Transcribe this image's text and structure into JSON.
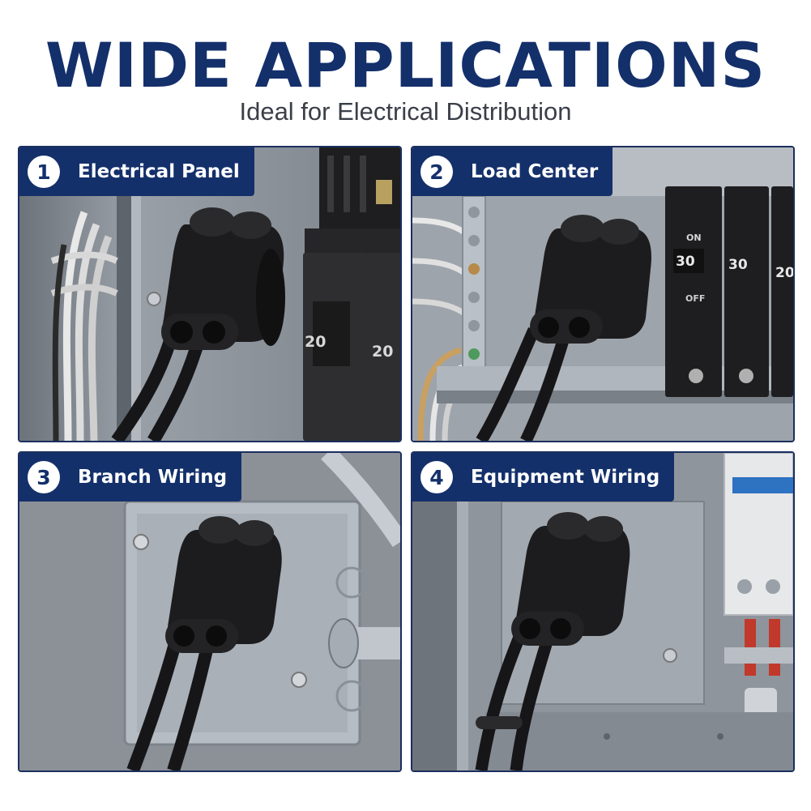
{
  "header": {
    "title": "WIDE APPLICATIONS",
    "subtitle": "Ideal for Electrical Distribution"
  },
  "panels": [
    {
      "number": "1",
      "label": "Electrical Panel",
      "breakers": [
        "20",
        "20"
      ]
    },
    {
      "number": "2",
      "label": "Load Center",
      "breakers": [
        "30",
        "30",
        "20"
      ],
      "breaker_on": "ON",
      "breaker_off": "OFF"
    },
    {
      "number": "3",
      "label": "Branch Wiring"
    },
    {
      "number": "4",
      "label": "Equipment Wiring"
    }
  ],
  "colors": {
    "brand_navy": "#14306b",
    "connector_black": "#1c1c1e",
    "panel_gray": "#8a9099"
  }
}
